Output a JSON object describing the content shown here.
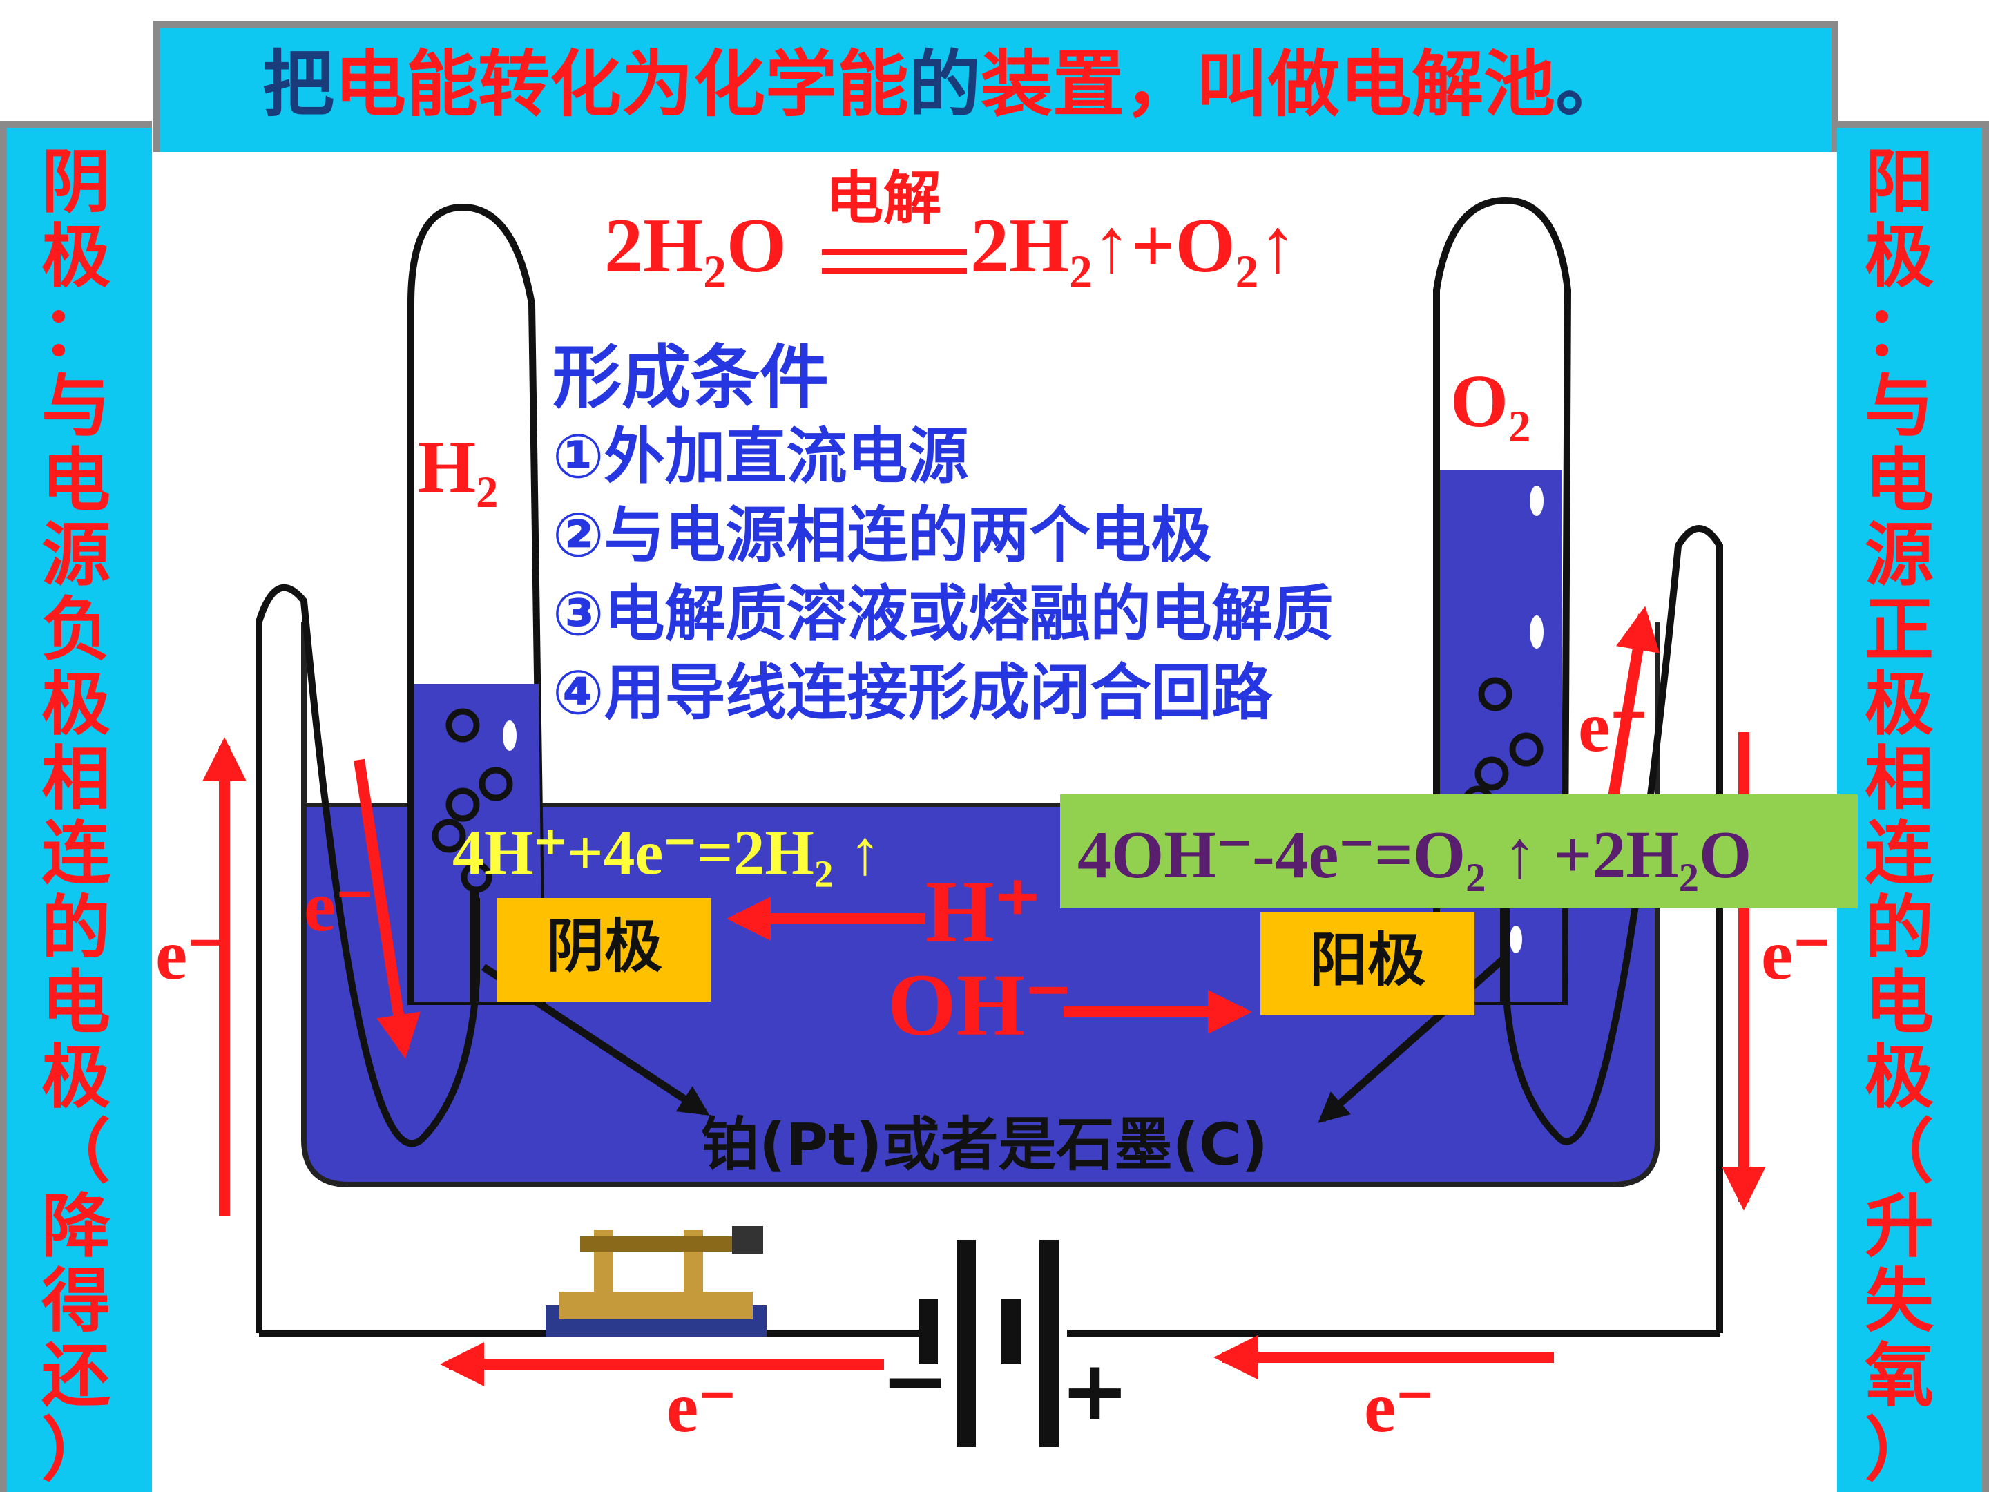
{
  "title": {
    "parts": [
      {
        "text": "把",
        "color": "#1a3c7a"
      },
      {
        "text": "电能转化为化学能",
        "color": "#ff1b1b"
      },
      {
        "text": "的",
        "color": "#1a3c7a"
      },
      {
        "text": "装置，叫做电解池",
        "color": "#ff1b1b"
      },
      {
        "text": "。",
        "color": "#1a3c7a"
      }
    ]
  },
  "left_side": [
    "阴",
    "极",
    "：",
    "与",
    "电",
    "源",
    "负",
    "极",
    "相",
    "连",
    "的",
    "电",
    "极",
    "（",
    "降",
    "得",
    "还",
    "）"
  ],
  "right_side": [
    "阳",
    "极",
    "：",
    "与",
    "电",
    "源",
    "正",
    "极",
    "相",
    "连",
    "的",
    "电",
    "极",
    "（",
    "升",
    "失",
    "氧",
    "）"
  ],
  "equation": {
    "condition": "电解",
    "lhs": "2H₂O",
    "rhs": "2H₂↑+O₂↑"
  },
  "conditions": {
    "title": "形成条件",
    "items": [
      "①外加直流电源",
      "②与电源相连的两个电极",
      "③电解质溶液或熔融的电解质",
      "④用导线连接形成闭合回路"
    ]
  },
  "gases": {
    "left": "H₂",
    "right": "O₂"
  },
  "cathode_reaction": "4H⁺+4e⁻=2H₂ ↑",
  "anode_reaction": "4OH⁻-4e⁻=O₂ ↑ +2H₂O",
  "ions": {
    "cation": "H⁺",
    "anion": "OH⁻"
  },
  "electrodes": {
    "cathode": "阴极",
    "anode": "阳极"
  },
  "electrode_material": "铂(Pt)或者是石墨(C)",
  "electron": "e⁻",
  "battery": {
    "negative": "−",
    "positive": "+"
  },
  "colors": {
    "banner": "#0ec8f2",
    "electrolyte": "#3f3fc4",
    "red": "#ff1b1b",
    "label": "#ffc000",
    "green": "#92d050"
  }
}
